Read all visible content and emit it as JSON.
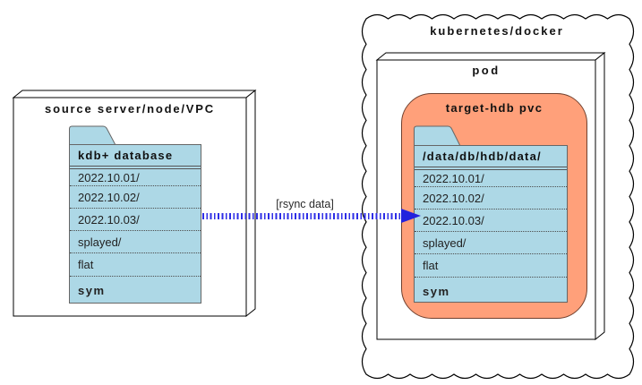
{
  "source_box": {
    "title": "source server/node/VPC",
    "folder": {
      "header": "kdb+ database",
      "rows": [
        "2022.10.01/",
        "2022.10.02/",
        "2022.10.03/",
        "splayed/",
        "flat",
        "sym"
      ]
    }
  },
  "cloud": {
    "title": "kubernetes/docker"
  },
  "pod": {
    "title": "pod"
  },
  "pvc": {
    "title": "target-hdb pvc",
    "folder": {
      "header": "/data/db/hdb/data/",
      "rows": [
        "2022.10.01/",
        "2022.10.02/",
        "2022.10.03/",
        "splayed/",
        "flat",
        "sym"
      ]
    }
  },
  "arrow": {
    "label": "[rsync data]",
    "color": "#2E2EE6"
  },
  "colors": {
    "folder_fill": "#ADD8E6",
    "folder_stroke": "#666666",
    "pvc_fill": "#FFA07A",
    "box_stroke": "#000000",
    "cloud_fill": "#ffffff"
  }
}
